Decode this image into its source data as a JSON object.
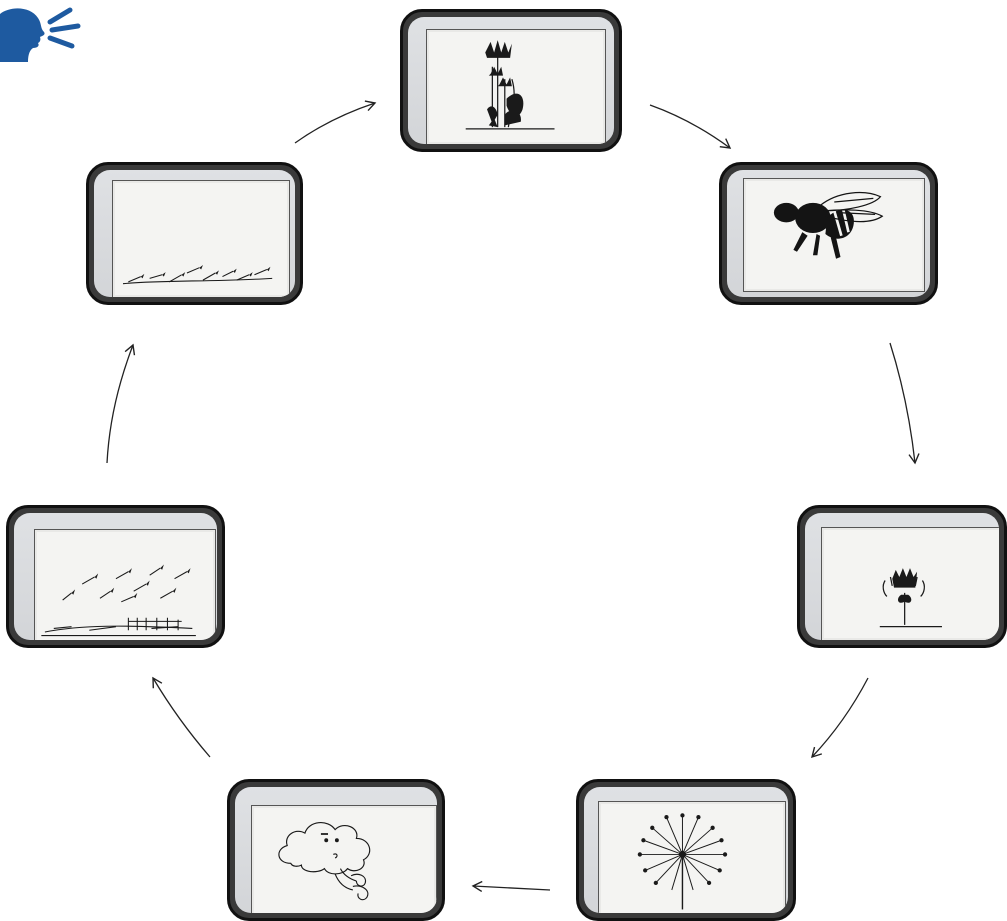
{
  "diagram": {
    "type": "cycle",
    "logo": {
      "icon": "speaking-head-icon",
      "color": "#1e5aa0"
    },
    "stages": [
      {
        "id": "flowering-dandelion",
        "icon": "dandelion-plant-icon"
      },
      {
        "id": "bee-pollinating",
        "icon": "bee-icon"
      },
      {
        "id": "closed-flower-head",
        "icon": "closed-flower-icon"
      },
      {
        "id": "seed-head-puffball",
        "icon": "dandelion-puffball-icon"
      },
      {
        "id": "wind-blowing-cloud",
        "icon": "wind-cloud-icon"
      },
      {
        "id": "seeds-dispersing",
        "icon": "flying-seeds-icon"
      },
      {
        "id": "seeds-on-ground",
        "icon": "landed-seeds-icon"
      }
    ],
    "flow_direction": "clockwise"
  }
}
